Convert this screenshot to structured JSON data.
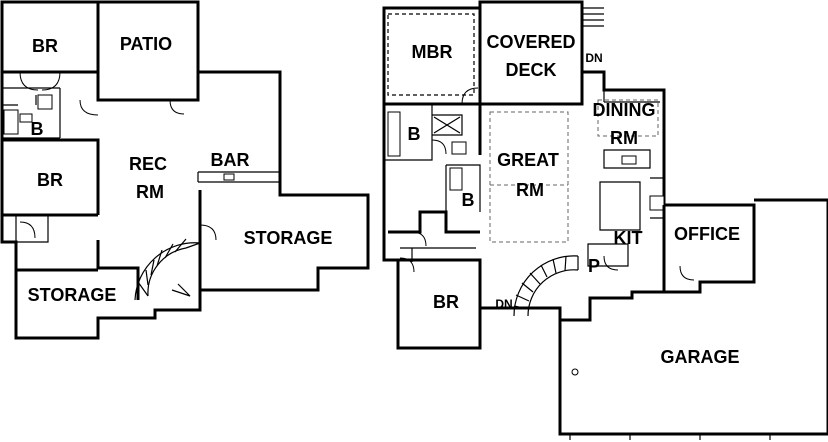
{
  "lower_level": {
    "rooms": {
      "br_top": "BR",
      "patio": "PATIO",
      "bath": "B",
      "br_mid": "BR",
      "rec_rm_line1": "REC",
      "rec_rm_line2": "RM",
      "bar": "BAR",
      "storage_right": "STORAGE",
      "storage_left": "STORAGE"
    }
  },
  "main_level": {
    "rooms": {
      "mbr": "MBR",
      "covered_deck_line1": "COVERED",
      "covered_deck_line2": "DECK",
      "dn_top": "DN",
      "dining_line1": "DINING",
      "dining_line2": "RM",
      "bath_1": "B",
      "great_rm_line1": "GREAT",
      "great_rm_line2": "RM",
      "bath_2": "B",
      "kit": "KIT",
      "office": "OFFICE",
      "pantry": "P",
      "br": "BR",
      "dn_stair": "DN",
      "garage": "GARAGE"
    }
  }
}
